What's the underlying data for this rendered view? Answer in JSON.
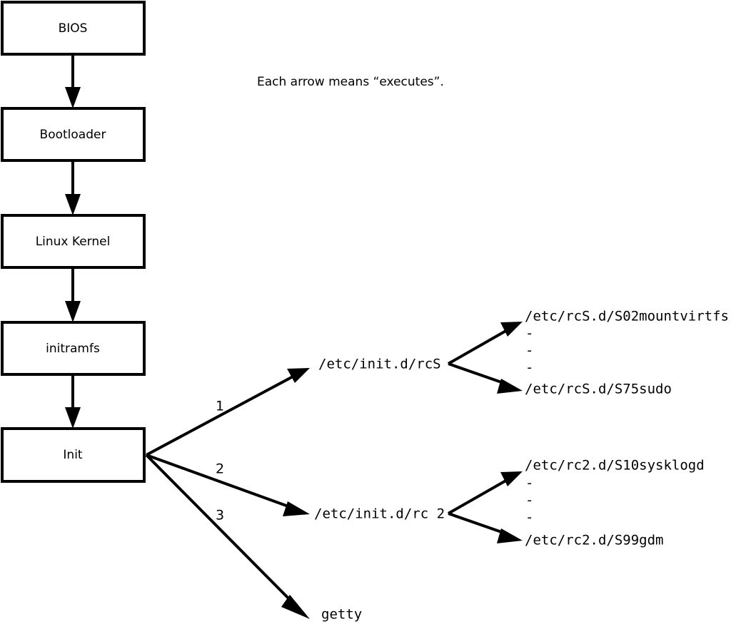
{
  "diagram": {
    "title": "Linux boot process flow diagram",
    "note": "Each arrow means “executes”.",
    "colors": {
      "stroke": "#000000",
      "background": "#ffffff",
      "box_fill": "#ffffff"
    },
    "boot_chain": [
      {
        "id": "bios",
        "label": "BIOS"
      },
      {
        "id": "bootloader",
        "label": "Bootloader"
      },
      {
        "id": "linux-kernel",
        "label": "Linux Kernel"
      },
      {
        "id": "initramfs",
        "label": "initramfs"
      },
      {
        "id": "init",
        "label": "Init"
      }
    ],
    "init_branches": [
      {
        "number": "1",
        "label": "/etc/init.d/rcS"
      },
      {
        "number": "2",
        "label": "/etc/init.d/rc 2"
      },
      {
        "number": "3",
        "label": "getty"
      }
    ],
    "script_groups": [
      {
        "id": "rcs-scripts",
        "source": "/etc/init.d/rcS",
        "first": "/etc/rcS.d/S02mountvirtfs",
        "last": "/etc/rcS.d/S75sudo",
        "ellipsis": [
          "-",
          "-",
          "-"
        ]
      },
      {
        "id": "rc2-scripts",
        "source": "/etc/init.d/rc 2",
        "first": "/etc/rc2.d/S10sysklogd",
        "last": "/etc/rc2.d/S99gdm",
        "ellipsis": [
          "-",
          "-",
          "-"
        ]
      }
    ]
  }
}
